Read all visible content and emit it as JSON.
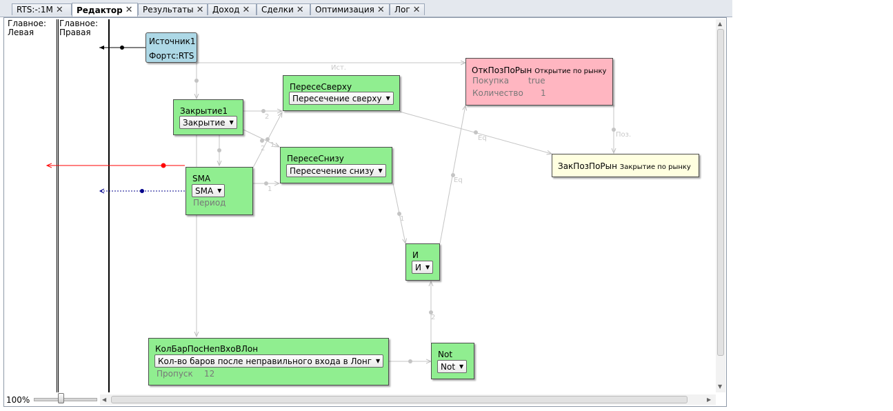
{
  "tabs": [
    {
      "label": "RTS:-:1M"
    },
    {
      "label": "Редактор"
    },
    {
      "label": "Результаты"
    },
    {
      "label": "Доход"
    },
    {
      "label": "Сделки"
    },
    {
      "label": "Оптимизация"
    },
    {
      "label": "Лог"
    }
  ],
  "close_glyph": "✕",
  "lanes": {
    "left": "Главное:\nЛевая",
    "right": "Главное:\nПравая"
  },
  "nodes": {
    "source": {
      "title": "Источник1",
      "subtitle": "Фортс:RTS"
    },
    "close1": {
      "title": "Закрытие1",
      "dropdown": "Закрытие"
    },
    "cross_up": {
      "title": "ПересеСверху",
      "dropdown": "Пересечение сверху"
    },
    "cross_down": {
      "title": "ПересеСнизу",
      "dropdown": "Пересечение снизу"
    },
    "sma": {
      "title": "SMA",
      "dropdown": "SMA",
      "param": "Период"
    },
    "open_pos": {
      "title": "ОткПозПоРын",
      "title_note": "Открытие по рынку",
      "params": [
        {
          "name": "Покупка",
          "value": "true"
        },
        {
          "name": "Количество",
          "value": "1"
        }
      ]
    },
    "close_pos": {
      "title": "ЗакПозПоРын",
      "title_note": "Закрытие по рынку"
    },
    "and": {
      "title": "И",
      "dropdown": "И"
    },
    "bars": {
      "title": "КолБарПосНепВхоВЛон",
      "dropdown": "Кол-во баров после неправильного входа в Лонг",
      "param_name": "Пропуск",
      "param_value": "12"
    },
    "not": {
      "title": "Not",
      "dropdown": "Not"
    }
  },
  "edge_labels": {
    "ist": "Ист.",
    "eq1": "Eq",
    "eq2": "Eq",
    "poz": "Поз.",
    "n2a": "2",
    "n1a": "1",
    "n2b": "2",
    "n1b": "1",
    "n1c": "1",
    "n2c": "2"
  },
  "zoom": "100%",
  "colors": {
    "node_green": "#90ee90",
    "node_blue": "#add8e6",
    "node_pink": "#ffb6c1",
    "node_yellow": "#ffffe0",
    "link_red": "#ff0000",
    "link_blue": "#00008b"
  }
}
